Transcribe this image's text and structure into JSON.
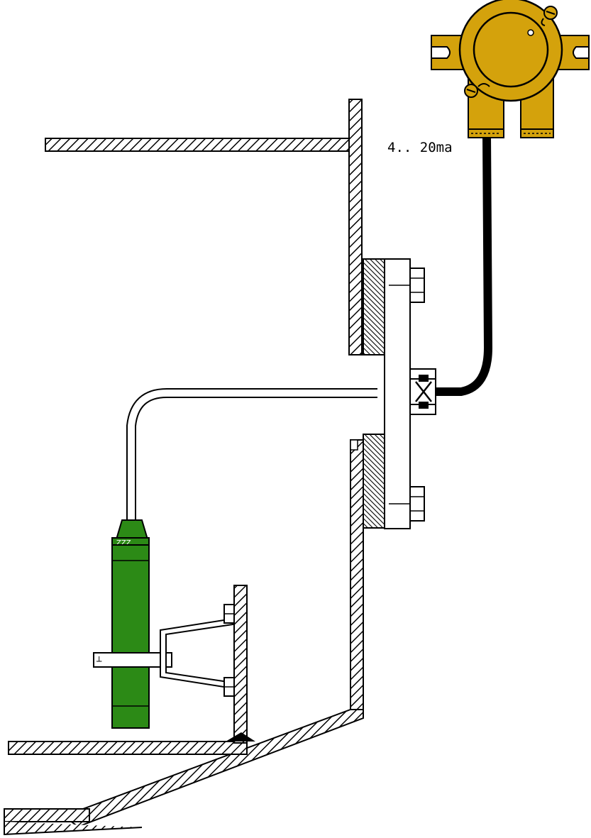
{
  "diagram": {
    "signal_label": "4.. 20ma",
    "colors": {
      "housing": "#d4a20c",
      "housing_outline": "#000000",
      "sensor": "#2c8a16",
      "cable": "#000000",
      "hatch": "#000000",
      "background": "#ffffff"
    },
    "components": {
      "transmitter": "explosion-proof-transmitter-housing",
      "sensor": "submersible-level-sensor",
      "mounting": "flange-plate-with-bolts",
      "support": "sensor-bracket-clamp",
      "structure": "tank-wall-and-beams"
    }
  }
}
